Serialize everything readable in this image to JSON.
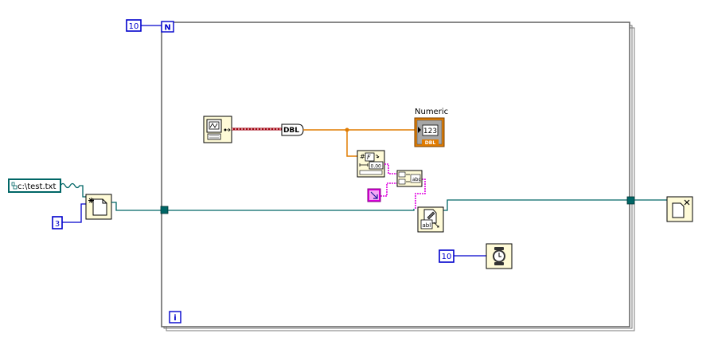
{
  "for_loop": {
    "count_terminal": "N",
    "iteration_terminal": "i",
    "count_constant": "10"
  },
  "file_path_constant": "c:\\test.txt",
  "open_mode_constant": "3",
  "indicator": {
    "label": "Numeric",
    "value_glyph": "123",
    "type_label": "DBL"
  },
  "conversion_node": {
    "label": "DBL"
  },
  "wait_ms_constant": "10",
  "colors": {
    "numeric_wire": "#e07b00",
    "string_wire": "#e000e0",
    "refnum_wire": "#006666",
    "cluster_wire": "#a0000f",
    "constant_border": "#0000cc",
    "node_fill": "#fffbd8"
  }
}
